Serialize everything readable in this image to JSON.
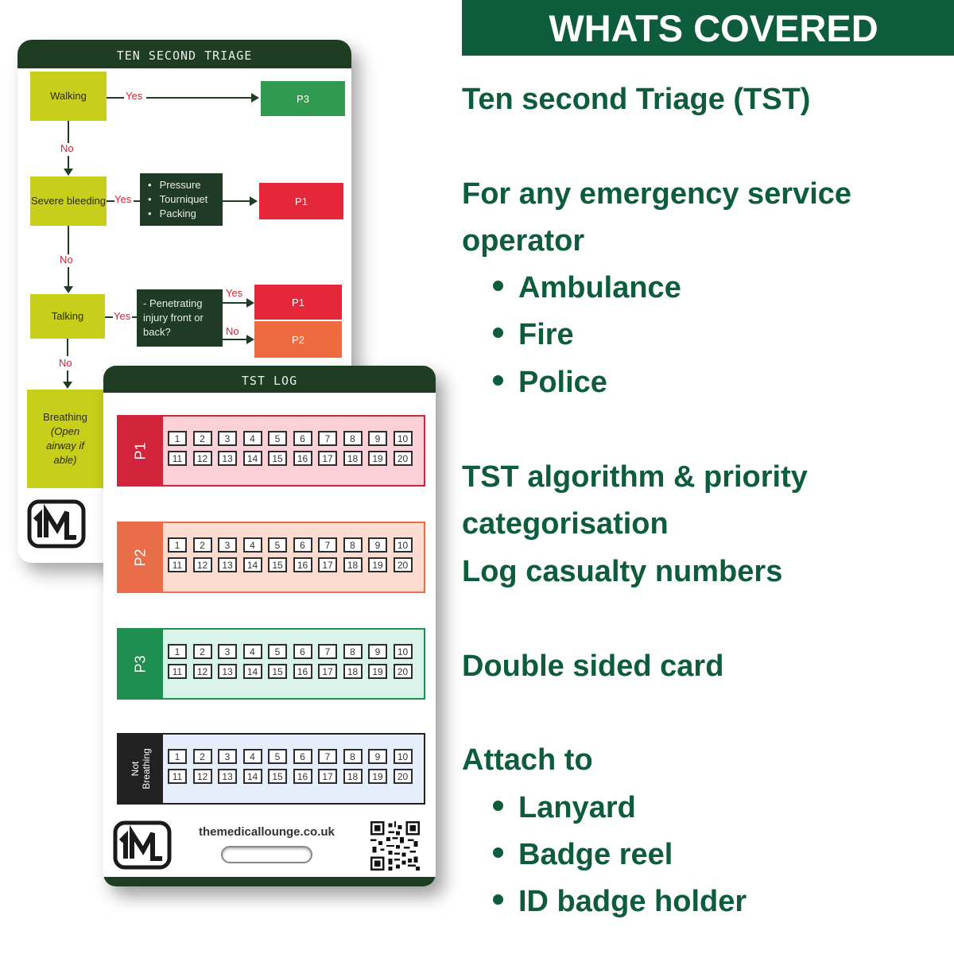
{
  "triage_card": {
    "title": "TEN SECOND TRIAGE",
    "walking": "Walking",
    "severe_bleeding": "Severe bleeding",
    "talking": "Talking",
    "breathing": "Breathing",
    "breathing_note": "(Open airway if able)",
    "yes": "Yes",
    "no": "No",
    "bleeding_actions": [
      "Pressure",
      "Tourniquet",
      "Packing"
    ],
    "penetrating": "- Penetrating injury front or back?",
    "p1": "P1",
    "p2": "P2",
    "p3": "P3"
  },
  "log_card": {
    "title": "TST LOG",
    "rows": [
      {
        "label": "P1",
        "fill": "#fbd0d6",
        "border": "#d2253c",
        "tab": "#d2253c"
      },
      {
        "label": "P2",
        "fill": "#fcdcd0",
        "border": "#ea6d4a",
        "tab": "#ea6d4a"
      },
      {
        "label": "P3",
        "fill": "#d9f3ea",
        "border": "#1e8f4e",
        "tab": "#1e8f4e"
      },
      {
        "label": "Not Breathing",
        "fill": "#e6eefb",
        "border": "#222222",
        "tab": "#222222"
      }
    ],
    "numbers": [
      "1",
      "2",
      "3",
      "4",
      "5",
      "6",
      "7",
      "8",
      "9",
      "10",
      "11",
      "12",
      "13",
      "14",
      "15",
      "16",
      "17",
      "18",
      "19",
      "20"
    ],
    "website": "themedicallounge.co.uk"
  },
  "panel": {
    "banner": "WHATS COVERED",
    "l1": "Ten second Triage (TST)",
    "l2": "For any emergency service",
    "l3": "operator",
    "services": [
      "Ambulance",
      "Fire",
      "Police"
    ],
    "l4": "TST algorithm & priority",
    "l5": "categorisation",
    "l6": "Log casualty numbers",
    "l7": "Double sided card",
    "l8": "Attach to",
    "attach": [
      "Lanyard",
      "Badge reel",
      "ID badge holder"
    ]
  },
  "colors": {
    "brand_green": "#0d5c3c",
    "card_dark_green": "#1e3d23",
    "triage_yellow": "#c8cf1a",
    "p1_red": "#e5273a",
    "p2_orange": "#ef6a3f",
    "p3_green": "#2f9a50"
  }
}
